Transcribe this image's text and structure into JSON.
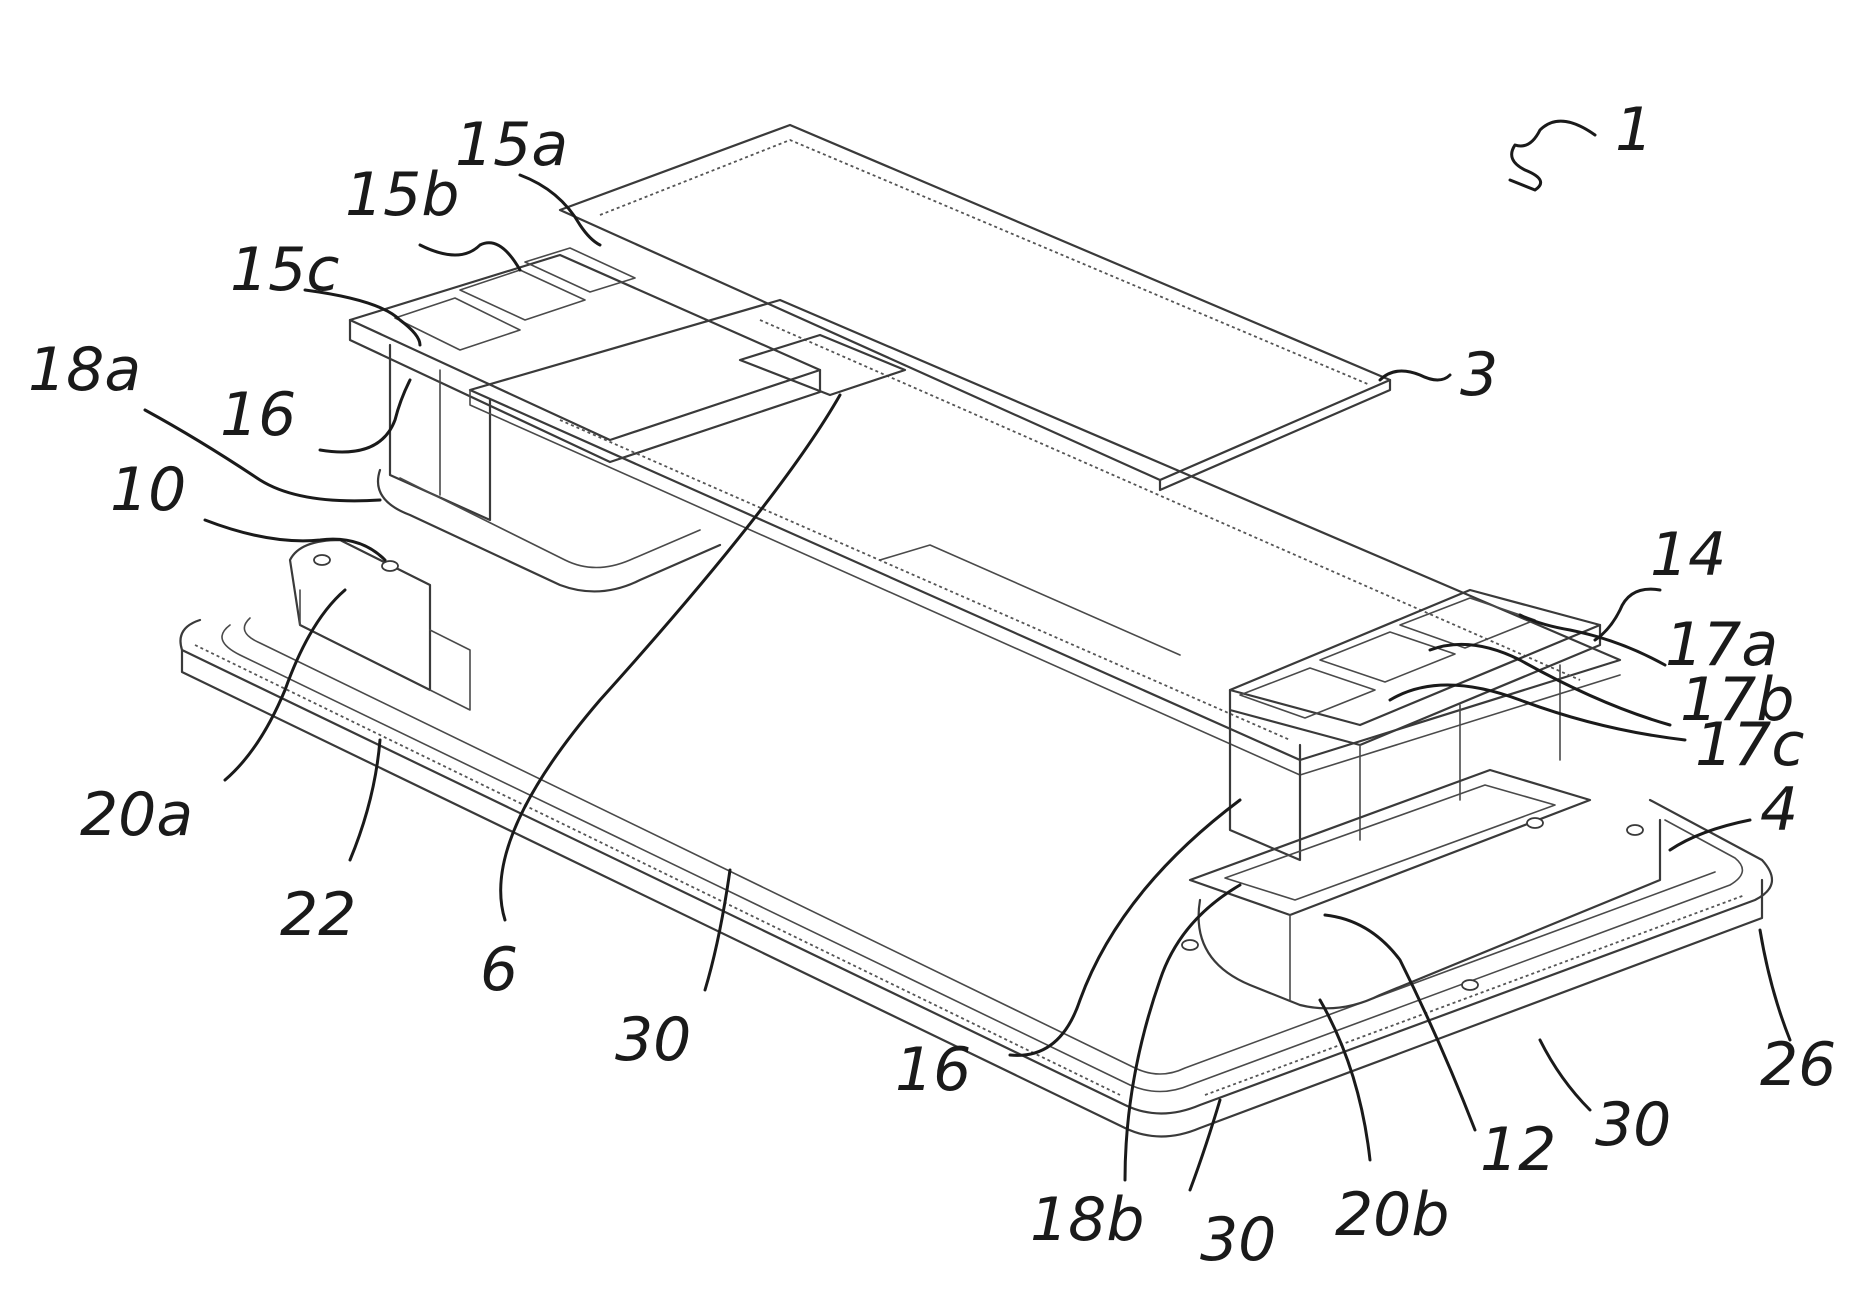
{
  "figure": {
    "labels": {
      "ref_1": "1",
      "ref_3": "3",
      "ref_4": "4",
      "ref_6": "6",
      "ref_10": "10",
      "ref_12": "12",
      "ref_14": "14",
      "ref_15a": "15a",
      "ref_15b": "15b",
      "ref_15c": "15c",
      "ref_16_left": "16",
      "ref_16_right": "16",
      "ref_17a": "17a",
      "ref_17b": "17b",
      "ref_17c": "17c",
      "ref_18a": "18a",
      "ref_18b": "18b",
      "ref_20a": "20a",
      "ref_20b": "20b",
      "ref_22": "22",
      "ref_26": "26",
      "ref_30_left": "30",
      "ref_30_right": "30",
      "ref_30_bottom": "30"
    }
  }
}
